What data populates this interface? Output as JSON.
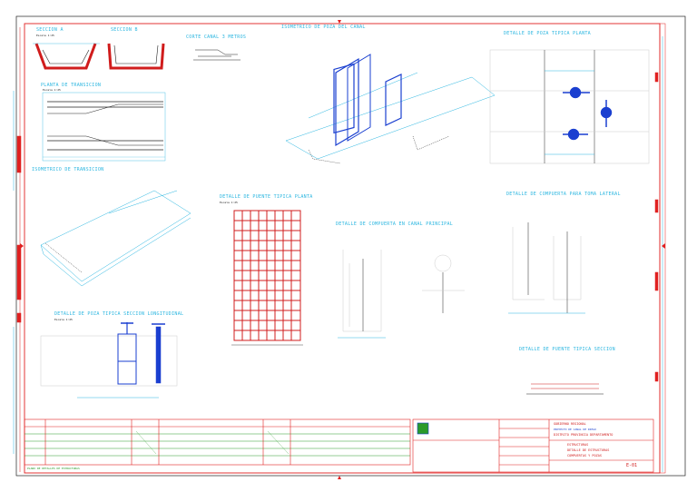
{
  "sheet": {
    "detail_labels": {
      "seccion_a": "SECCION A",
      "seccion_b": "SECCION B",
      "corte": "CORTE CANAL 3 METROS",
      "isometrico_poza": "ISOMETRICO DE POZA DEL CANAL",
      "detalle_poza_planta": "DETALLE DE POZA TIPICA PLANTA",
      "planta_transicion": "PLANTA DE TRANSICION",
      "isometrico_transicion": "ISOMETRICO DE TRANSICION",
      "detalle_puente_planta": "DETALLE DE PUENTE TIPICA PLANTA",
      "detalle_compuerta_principal": "DETALLE DE COMPUERTA EN CANAL PRINCIPAL",
      "detalle_compuerta_lateral": "DETALLE DE COMPUERTA PARA TOMA LATERAL",
      "detalle_poza_seccion": "DETALLE DE POZA TIPICA SECCION LONGITUDINAL",
      "detalle_puente_seccion": "DETALLE DE PUENTE TIPICA SECCION"
    },
    "scale_text": "Escala 1:25",
    "title_block": {
      "lines": [
        "GOBIERNO REGIONAL",
        "PROYECTO DE CANAL DE RIEGO",
        "DISTRITO PROVINCIA DEPARTAMENTO"
      ],
      "plano": [
        "ESTRUCTURAS",
        "DETALLE DE ESTRUCTURAS",
        "COMPUERTAS Y POZAS"
      ],
      "sheet_no": "E-01"
    },
    "footer_note": "PLANO DE DETALLES DE ESTRUCTURAS"
  }
}
